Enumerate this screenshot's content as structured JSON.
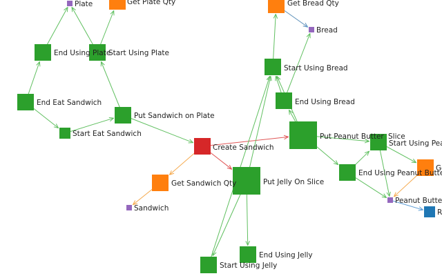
{
  "colors": {
    "action": "#2ca02c",
    "root": "#d62728",
    "query": "#ff7f0e",
    "item": "#9467bd",
    "resource": "#1f77b4",
    "edge": "#5fbf5f",
    "edge_red": "#e05555",
    "edge_orange": "#f5a84a",
    "edge_blue": "#5a9bd5"
  },
  "nodes": [
    {
      "id": "plate",
      "label": "Plate",
      "kind": "item"
    },
    {
      "id": "get_plate_qty",
      "label": "Get Plate Qty",
      "kind": "query"
    },
    {
      "id": "end_using_plate",
      "label": "End Using Plate",
      "kind": "action"
    },
    {
      "id": "start_using_plate",
      "label": "Start Using Plate",
      "kind": "action"
    },
    {
      "id": "end_eat_sandwich",
      "label": "End Eat Sandwich",
      "kind": "action"
    },
    {
      "id": "start_eat_sandwich",
      "label": "Start Eat Sandwich",
      "kind": "action"
    },
    {
      "id": "put_sandwich_on_plate",
      "label": "Put Sandwich on Plate",
      "kind": "action"
    },
    {
      "id": "create_sandwich",
      "label": "Create Sandwich",
      "kind": "root"
    },
    {
      "id": "get_sandwich_qty",
      "label": "Get Sandwich Qty",
      "kind": "query"
    },
    {
      "id": "sandwich",
      "label": "Sandwich",
      "kind": "item"
    },
    {
      "id": "put_jelly_on_slice",
      "label": "Put Jelly On Slice",
      "kind": "action"
    },
    {
      "id": "end_using_jelly",
      "label": "End Using Jelly",
      "kind": "action"
    },
    {
      "id": "start_using_jelly",
      "label": "Start Using Jelly",
      "kind": "action"
    },
    {
      "id": "get_bread_qty",
      "label": "Get Bread Qty",
      "kind": "query"
    },
    {
      "id": "bread",
      "label": "Bread",
      "kind": "item"
    },
    {
      "id": "start_using_bread",
      "label": "Start Using Bread",
      "kind": "action"
    },
    {
      "id": "end_using_bread",
      "label": "End Using Bread",
      "kind": "action"
    },
    {
      "id": "put_peanut_butter",
      "label": "Put Peanut Butter",
      "kind": "action"
    },
    {
      "id": "slice",
      "label": "Slice",
      "kind": "action"
    },
    {
      "id": "start_using_peanut",
      "label": "Start Using Peanut",
      "kind": "action"
    },
    {
      "id": "end_using_peanut_butter",
      "label": "End Using Peanut Butter",
      "kind": "action"
    },
    {
      "id": "get_peanut_qty",
      "label": "Ge",
      "kind": "query"
    },
    {
      "id": "peanut_butter",
      "label": "Peanut Butter",
      "kind": "item"
    },
    {
      "id": "re_node",
      "label": "Re",
      "kind": "resource"
    }
  ],
  "edges": [
    {
      "from": "end_eat_sandwich",
      "to": "end_using_plate",
      "kind": "edge"
    },
    {
      "from": "end_using_plate",
      "to": "plate",
      "kind": "edge"
    },
    {
      "from": "start_using_plate",
      "to": "plate",
      "kind": "edge"
    },
    {
      "from": "start_using_plate",
      "to": "get_plate_qty",
      "kind": "edge"
    },
    {
      "from": "put_sandwich_on_plate",
      "to": "start_using_plate",
      "kind": "edge"
    },
    {
      "from": "end_eat_sandwich",
      "to": "start_eat_sandwich",
      "kind": "edge"
    },
    {
      "from": "start_eat_sandwich",
      "to": "put_sandwich_on_plate",
      "kind": "edge"
    },
    {
      "from": "put_sandwich_on_plate",
      "to": "create_sandwich",
      "kind": "edge"
    },
    {
      "from": "create_sandwich",
      "to": "put_peanut_butter",
      "kind": "edge_red"
    },
    {
      "from": "create_sandwich",
      "to": "put_jelly_on_slice",
      "kind": "edge_red"
    },
    {
      "from": "create_sandwich",
      "to": "get_sandwich_qty",
      "kind": "edge_orange"
    },
    {
      "from": "get_sandwich_qty",
      "to": "sandwich",
      "kind": "edge_orange"
    },
    {
      "from": "put_jelly_on_slice",
      "to": "end_using_jelly",
      "kind": "edge"
    },
    {
      "from": "put_jelly_on_slice",
      "to": "start_using_jelly",
      "kind": "edge"
    },
    {
      "from": "put_jelly_on_slice",
      "to": "start_using_bread",
      "kind": "edge"
    },
    {
      "from": "start_using_jelly",
      "to": "start_using_bread",
      "kind": "edge"
    },
    {
      "from": "start_using_bread",
      "to": "get_bread_qty",
      "kind": "edge"
    },
    {
      "from": "end_using_bread",
      "to": "bread",
      "kind": "edge"
    },
    {
      "from": "end_using_bread",
      "to": "start_using_bread",
      "kind": "edge"
    },
    {
      "from": "get_bread_qty",
      "to": "bread",
      "kind": "edge_orange"
    },
    {
      "from": "get_bread_qty",
      "to": "bread",
      "kind": "edge_blue"
    },
    {
      "from": "put_peanut_butter",
      "to": "end_using_bread",
      "kind": "edge"
    },
    {
      "from": "put_peanut_butter",
      "to": "start_using_bread",
      "kind": "edge"
    },
    {
      "from": "put_peanut_butter",
      "to": "slice",
      "kind": "edge"
    },
    {
      "from": "put_peanut_butter",
      "to": "end_using_peanut_butter",
      "kind": "edge"
    },
    {
      "from": "end_using_peanut_butter",
      "to": "slice",
      "kind": "edge"
    },
    {
      "from": "slice",
      "to": "get_peanut_qty",
      "kind": "edge"
    },
    {
      "from": "slice",
      "to": "peanut_butter",
      "kind": "edge"
    },
    {
      "from": "end_using_peanut_butter",
      "to": "peanut_butter",
      "kind": "edge"
    },
    {
      "from": "get_peanut_qty",
      "to": "peanut_butter",
      "kind": "edge_orange"
    },
    {
      "from": "peanut_butter",
      "to": "re_node",
      "kind": "edge_blue"
    }
  ]
}
